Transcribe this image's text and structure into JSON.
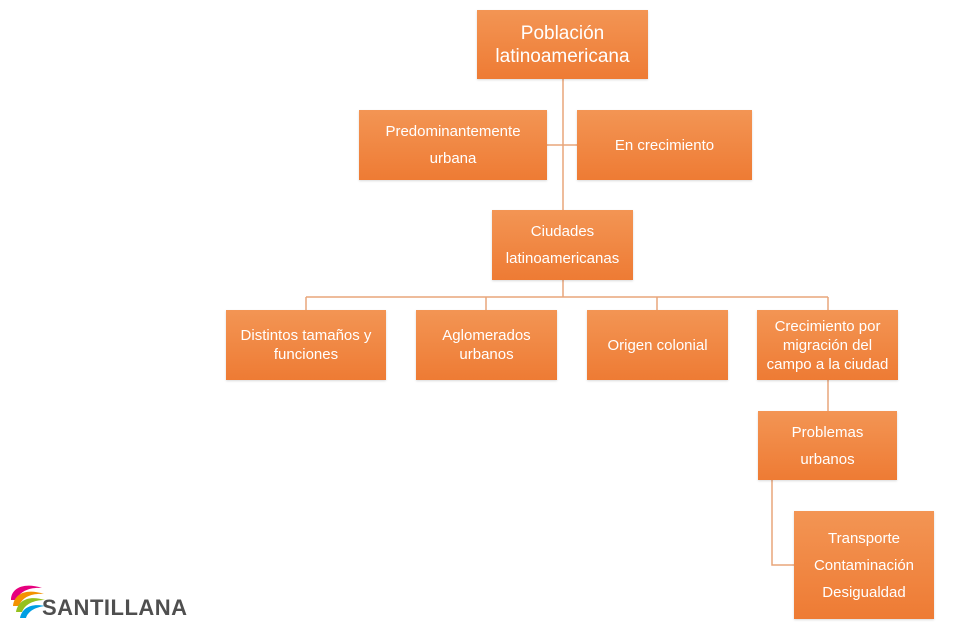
{
  "diagram": {
    "root": [
      "Población",
      "latinoamericana"
    ],
    "attr_urbana": [
      "Predominantemente",
      "urbana"
    ],
    "attr_crecimiento": [
      "En crecimiento"
    ],
    "ciudades": [
      "Ciudades",
      "latinoamericanas"
    ],
    "tamanos": [
      "Distintos tamaños y",
      "funciones"
    ],
    "aglomerados": [
      "Aglomerados",
      "urbanos"
    ],
    "origen": [
      "Origen colonial"
    ],
    "migracion": [
      "Crecimiento por",
      "migración del",
      "campo a la ciudad"
    ],
    "problemas": [
      "Problemas",
      "urbanos"
    ],
    "lista_problemas": [
      "Transporte",
      "Contaminación",
      "Desigualdad"
    ]
  },
  "colors": {
    "box_top": "#f39554",
    "box_bottom": "#ee7b34",
    "connector": "#e8a57a",
    "text": "#ffffff"
  },
  "logo": {
    "text": "SANTILLANA"
  }
}
